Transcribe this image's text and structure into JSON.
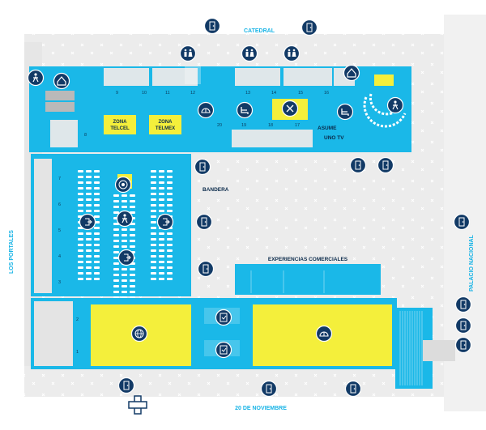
{
  "streets": {
    "top": "CATEDRAL",
    "bottom": "20 DE NOVIEMBRE",
    "left": "LOS PORTALES",
    "right": "PALACIO NACIONAL"
  },
  "labels": {
    "zona_telcel": [
      "ZONA",
      "TELCEL"
    ],
    "zona_telmex": [
      "ZONA",
      "TELMEX"
    ],
    "asume": "ASUME",
    "uno_tv": "UNO TV",
    "bandera": "BANDERA",
    "experiencias": "EXPERIENCIAS COMERCIALES"
  },
  "top_row_numbers": [
    "9",
    "10",
    "11",
    "12",
    "13",
    "14",
    "15",
    "16"
  ],
  "middle_row_numbers": [
    "20",
    "19",
    "18",
    "17"
  ],
  "left_col_numbers": [
    "7",
    "6",
    "5",
    "4",
    "3"
  ],
  "bottom_left_numbers": [
    "2",
    "1"
  ],
  "side_number": "8",
  "colors": {
    "cyan": "#1ab8e8",
    "cyan_dark": "#0f9fd0",
    "yellow": "#f4ef3b",
    "navy": "#123a66",
    "gray": "#ebebeb",
    "gray_mid": "#dcdcdc"
  }
}
